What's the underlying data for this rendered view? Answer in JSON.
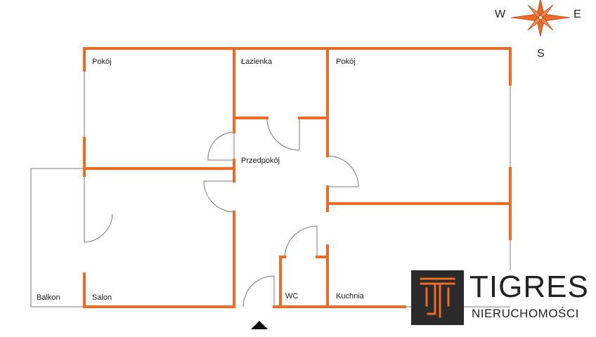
{
  "colors": {
    "wall": "#ee6a25",
    "thin_line": "#777777",
    "text": "#1a1a1a",
    "logo_bg": "#2a2a2a",
    "logo_accent": "#ee6a25"
  },
  "rooms": {
    "pokoj_left": "Pokój",
    "lazienka": "Łazienka",
    "pokoj_right": "Pokój",
    "przedpokoj": "Przedpokój",
    "balkon": "Balkon",
    "salon": "Salon",
    "wc": "WC",
    "kuchnia": "Kuchnia"
  },
  "compass": {
    "west": "W",
    "east": "E",
    "south": "S",
    "icon": "compass-rose-icon"
  },
  "entrance": {
    "icon": "entrance-arrow-icon"
  },
  "logo": {
    "name": "TIGRES",
    "subtitle": "NIERUCHOMOŚCI",
    "icon": "tigres-logo-icon"
  }
}
